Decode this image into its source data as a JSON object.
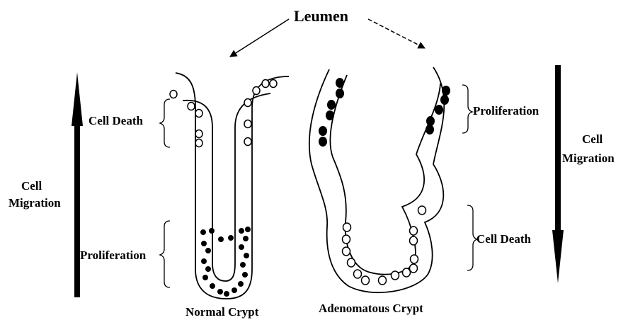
{
  "title": "Leumen",
  "normal_crypt": {
    "caption": "Normal Crypt",
    "top_label": "Cell Death",
    "bottom_label": "Proliferation",
    "side_label_line1": "Cell",
    "side_label_line2": "Migration"
  },
  "adenomatous_crypt": {
    "caption": "Adenomatous Crypt",
    "top_label": "Proliferation",
    "bottom_label": "Cell Death",
    "side_label_line1": "Cell",
    "side_label_line2": "Migration"
  },
  "colors": {
    "ink": "#000000",
    "background": "#ffffff"
  }
}
